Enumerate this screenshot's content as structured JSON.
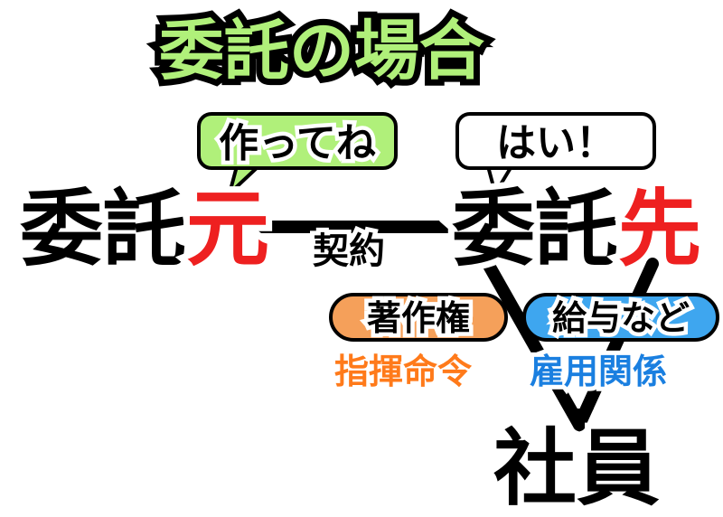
{
  "title": "委託の場合",
  "client": {
    "main": "委託",
    "accent": "元",
    "speech": "作ってね"
  },
  "contractor": {
    "main": "委託",
    "accent": "先",
    "speech": "はい！"
  },
  "contract_label": "契約",
  "employee": "社員",
  "left_branch": {
    "pill": "著作権",
    "relation": "指揮命令"
  },
  "right_branch": {
    "pill": "給与など",
    "relation": "雇用関係"
  },
  "colors": {
    "title_fill": "#b0f07a",
    "accent_red": "#ee2020",
    "pill_orange": "#f5a05a",
    "relation_orange": "#ff7a1a",
    "pill_blue": "#3ea6ef",
    "relation_blue": "#1a7fe0",
    "outline": "#000000"
  }
}
